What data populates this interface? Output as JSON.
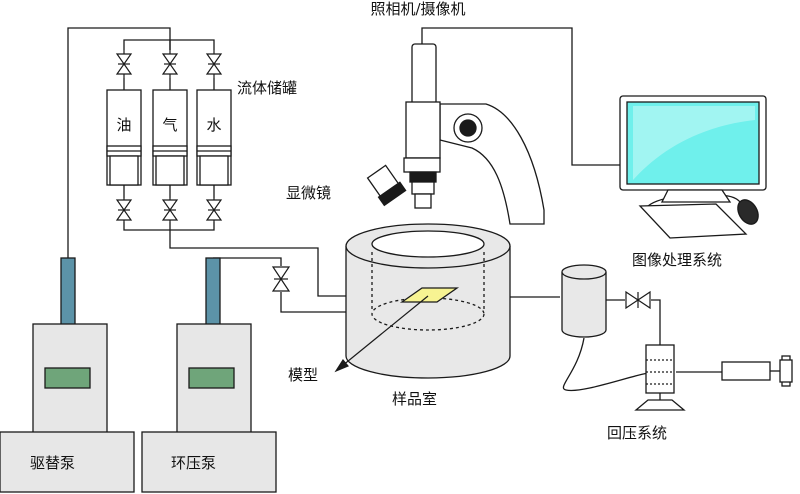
{
  "labels": {
    "camera": "照相机/摄像机",
    "fluid_tanks": "流体储罐",
    "microscope": "显微镜",
    "image_system": "图像处理系统",
    "model": "模型",
    "sample_chamber": "样品室",
    "back_pressure": "回压系统",
    "displacement_pump": "驱替泵",
    "confining_pump": "环压泵"
  },
  "tanks": [
    "油",
    "气",
    "水"
  ],
  "colors": {
    "device": "#e7e7e7",
    "rod": "#5c93a8",
    "display": "#6fa57a",
    "monitor_screen": "#6ff0ec",
    "model": "#f7f392",
    "line": "#1a1a1a"
  }
}
